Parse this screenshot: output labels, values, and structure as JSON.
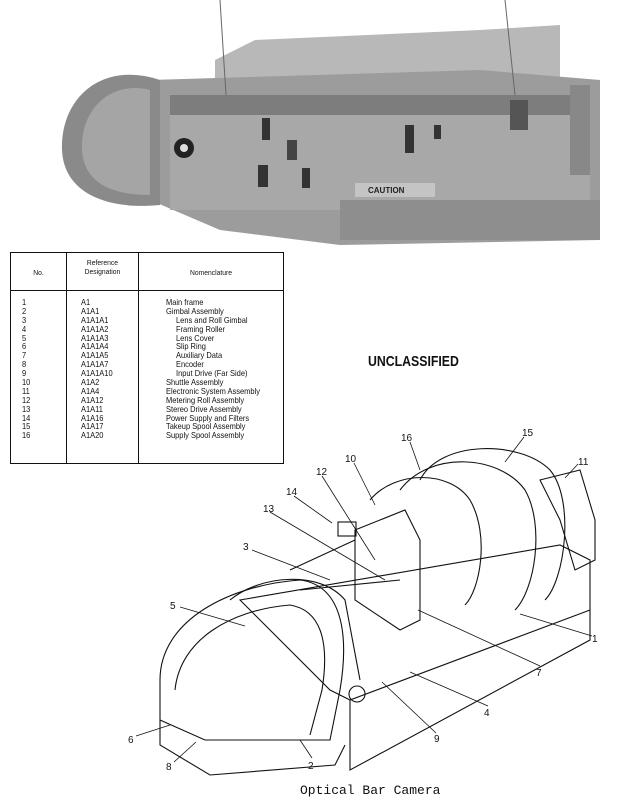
{
  "photo": {
    "caution_label": "CAUTION"
  },
  "table": {
    "headers": {
      "no": "No.",
      "ref": "Reference Designation",
      "nom": "Nomenclature"
    },
    "rows": [
      {
        "no": "1",
        "ref": "A1",
        "nom": "Main frame",
        "indent": false
      },
      {
        "no": "2",
        "ref": "A1A1",
        "nom": "Gimbal Assembly",
        "indent": false
      },
      {
        "no": "3",
        "ref": "A1A1A1",
        "nom": "Lens and Roll Gimbal",
        "indent": true
      },
      {
        "no": "4",
        "ref": "A1A1A2",
        "nom": "Framing Roller",
        "indent": true
      },
      {
        "no": "5",
        "ref": "A1A1A3",
        "nom": "Lens Cover",
        "indent": true
      },
      {
        "no": "6",
        "ref": "A1A1A4",
        "nom": "Slip Ring",
        "indent": true
      },
      {
        "no": "7",
        "ref": "A1A1A5",
        "nom": "Auxiliary Data",
        "indent": true
      },
      {
        "no": "8",
        "ref": "A1A1A7",
        "nom": "Encoder",
        "indent": true
      },
      {
        "no": "9",
        "ref": "A1A1A10",
        "nom": "Input Drive (Far Side)",
        "indent": true
      },
      {
        "no": "10",
        "ref": "A1A2",
        "nom": "Shuttle Assembly",
        "indent": false
      },
      {
        "no": "11",
        "ref": "A1A4",
        "nom": "Electronic System Assembly",
        "indent": false
      },
      {
        "no": "12",
        "ref": "A1A12",
        "nom": "Metering Roll Assembly",
        "indent": false
      },
      {
        "no": "13",
        "ref": "A1A11",
        "nom": "Stereo Drive Assembly",
        "indent": false
      },
      {
        "no": "14",
        "ref": "A1A16",
        "nom": "Power Supply and Filters",
        "indent": false
      },
      {
        "no": "15",
        "ref": "A1A17",
        "nom": "Takeup Spool Assembly",
        "indent": false
      },
      {
        "no": "16",
        "ref": "A1A20",
        "nom": "Supply Spool Assembly",
        "indent": false
      }
    ]
  },
  "classification": "UNCLASSIFIED",
  "drawing": {
    "callouts": [
      "16",
      "15",
      "11",
      "10",
      "12",
      "14",
      "13",
      "3",
      "5",
      "1",
      "7",
      "4",
      "9",
      "6",
      "8",
      "2"
    ]
  },
  "caption": "Optical Bar Camera"
}
